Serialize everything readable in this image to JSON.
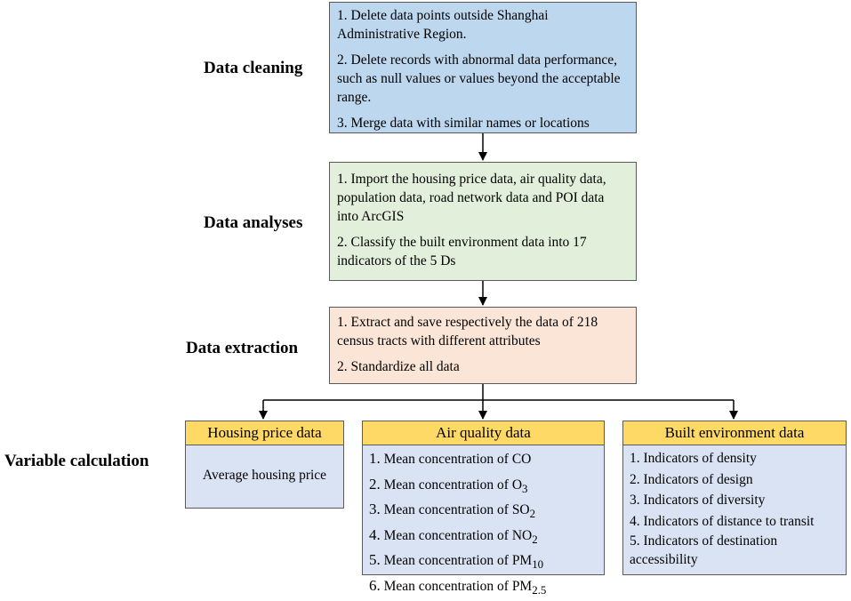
{
  "stages": {
    "cleaning": "Data cleaning",
    "analyses": "Data analyses",
    "extraction": "Data extraction",
    "calculation": "Variable calculation"
  },
  "boxes": {
    "cleaning": [
      "1. Delete data points outside Shanghai Administrative Region.",
      "2. Delete records with abnormal data performance, such as null values or values beyond the acceptable range.",
      "3. Merge data with similar names or locations"
    ],
    "analyses": [
      "1. Import the housing price data, air quality data, population data, road network data and POI data into ArcGIS",
      "2. Classify the built environment data into 17 indicators of the 5 Ds"
    ],
    "extraction": [
      "1. Extract and save respectively the data of 218 census tracts with different attributes",
      "2. Standardize all data"
    ]
  },
  "panels": {
    "housing": {
      "title": "Housing price data",
      "body": "Average housing price"
    },
    "air": {
      "title": "Air quality data",
      "items": [
        {
          "num": "1.",
          "text": "Mean concentration of ",
          "chem": "CO",
          "sub": ""
        },
        {
          "num": "2.",
          "text": "Mean concentration of ",
          "chem": "O",
          "sub": "3"
        },
        {
          "num": "3.",
          "text": "Mean concentration of ",
          "chem": "SO",
          "sub": "2"
        },
        {
          "num": "4.",
          "text": "Mean concentration of ",
          "chem": "NO",
          "sub": "2"
        },
        {
          "num": "5.",
          "text": "Mean concentration of ",
          "chem": "PM",
          "sub": "10"
        },
        {
          "num": "6.",
          "text": "Mean concentration of ",
          "chem": "PM",
          "sub": "2.5"
        }
      ]
    },
    "built": {
      "title": "Built environment data",
      "items": [
        "1. Indicators of density",
        "2. Indicators of design",
        "3. Indicators of diversity",
        "4. Indicators of distance to transit",
        "5. Indicators of destination accessibility"
      ]
    }
  },
  "colors": {
    "cleaning_fill": "#bdd7ee",
    "analyses_fill": "#e2efda",
    "extraction_fill": "#fbe5d6",
    "panel_fill": "#dae3f3",
    "panel_header": "#ffd966",
    "border": "#5a5a5a"
  }
}
